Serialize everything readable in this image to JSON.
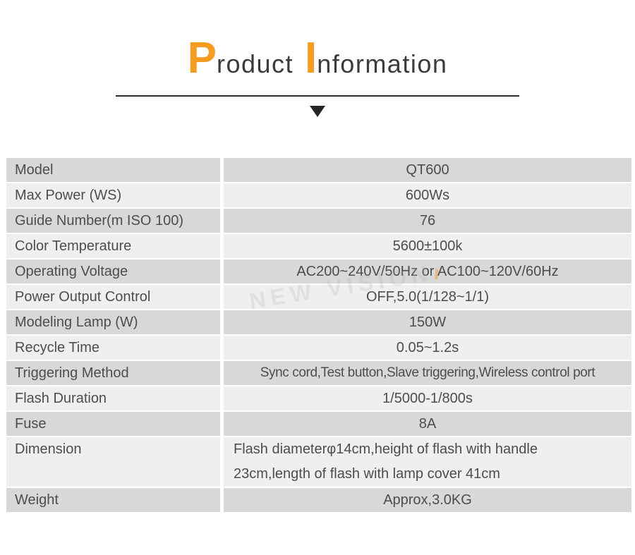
{
  "header": {
    "title": {
      "p_big": "P",
      "p_rest": "roduct",
      "i_big": "I",
      "i_rest": "nformation"
    }
  },
  "watermark": {
    "text": "NEW VISION"
  },
  "colors": {
    "accent": "#f59d20",
    "row_dark": "#d8d8d8",
    "row_light": "#efefef",
    "text": "#4d4d4d"
  },
  "table": {
    "rows": [
      {
        "label": "Model",
        "value": "QT600"
      },
      {
        "label": "Max Power (WS)",
        "value": "600Ws"
      },
      {
        "label": "Guide Number(m ISO 100)",
        "value": "76"
      },
      {
        "label": "Color Temperature",
        "value": "5600±100k"
      },
      {
        "label": "Operating Voltage",
        "value": "AC200~240V/50Hz or AC100~120V/60Hz"
      },
      {
        "label": "Power Output Control",
        "value": "OFF,5.0(1/128~1/1)"
      },
      {
        "label": "Modeling Lamp (W)",
        "value": "150W"
      },
      {
        "label": "Recycle Time",
        "value": "0.05~1.2s"
      },
      {
        "label": "Triggering Method",
        "value": "Sync cord,Test button,Slave triggering,Wireless control port"
      },
      {
        "label": "Flash Duration",
        "value": "1/5000-1/800s"
      },
      {
        "label": "Fuse",
        "value": "8A"
      },
      {
        "label": "Dimension",
        "value": "Flash diameterφ14cm,height of flash with handle\n23cm,length of flash with lamp cover 41cm"
      },
      {
        "label": "Weight",
        "value": "Approx,3.0KG"
      }
    ]
  }
}
